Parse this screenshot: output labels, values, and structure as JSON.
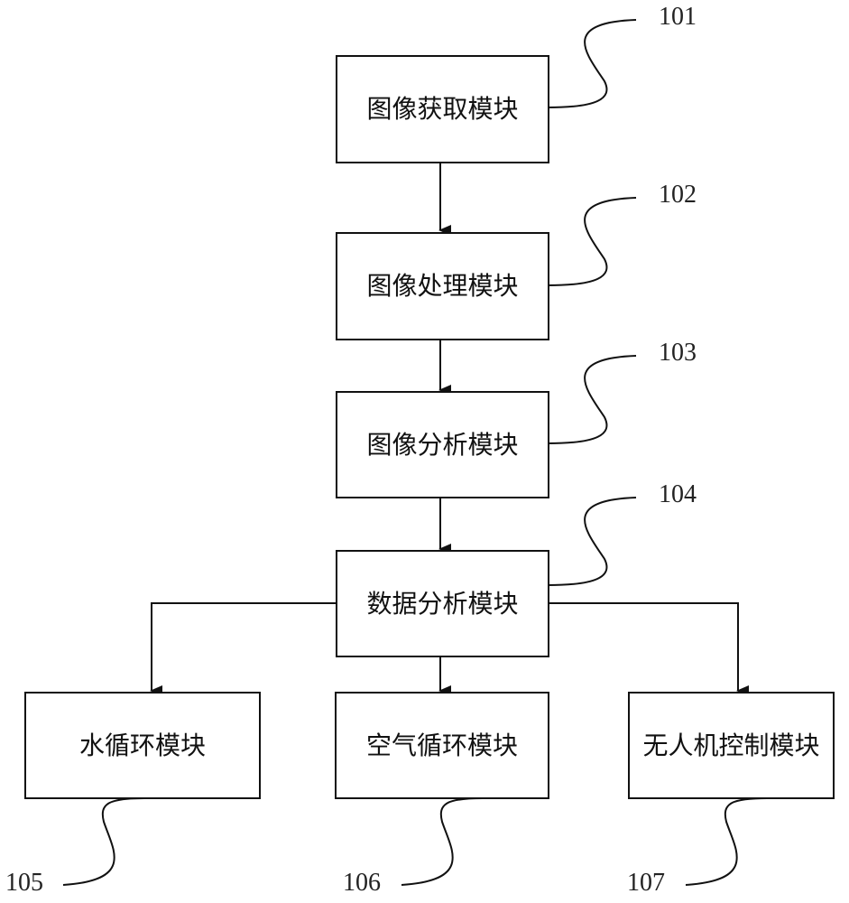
{
  "diagram": {
    "modules": [
      {
        "id": "101",
        "label": "图像获取模块"
      },
      {
        "id": "102",
        "label": "图像处理模块"
      },
      {
        "id": "103",
        "label": "图像分析模块"
      },
      {
        "id": "104",
        "label": "数据分析模块"
      },
      {
        "id": "105",
        "label": "水循环模块"
      },
      {
        "id": "106",
        "label": "空气循环模块"
      },
      {
        "id": "107",
        "label": "无人机控制模块"
      }
    ],
    "refs": [
      "101",
      "102",
      "103",
      "104",
      "105",
      "106",
      "107"
    ],
    "edges": [
      {
        "from": "101",
        "to": "102"
      },
      {
        "from": "102",
        "to": "103"
      },
      {
        "from": "103",
        "to": "104"
      },
      {
        "from": "104",
        "to": "105"
      },
      {
        "from": "104",
        "to": "106"
      },
      {
        "from": "104",
        "to": "107"
      }
    ]
  }
}
